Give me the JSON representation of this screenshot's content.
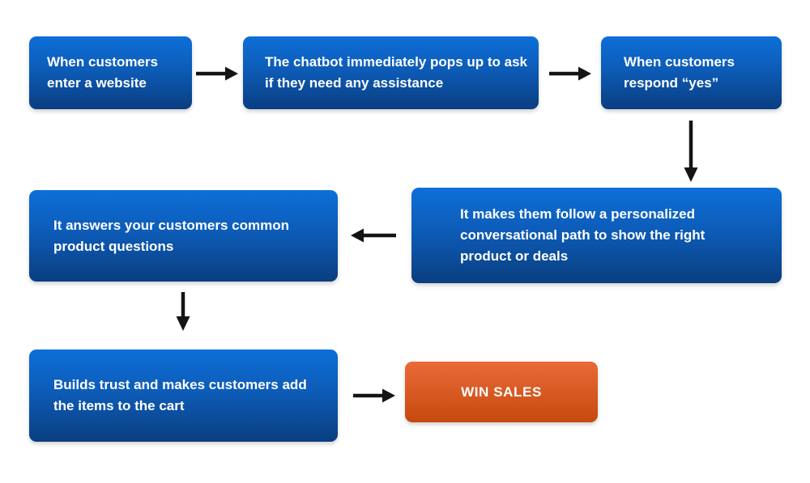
{
  "flowchart": {
    "description": "Chatbot sales funnel flowchart",
    "colors": {
      "step_box_gradient_top": "#0d6fd8",
      "step_box_gradient_bottom": "#0a3e80",
      "result_box_gradient_top": "#ea6a38",
      "result_box_gradient_bottom": "#c54a0e",
      "arrow": "#141414",
      "text": "#ffffff",
      "background": "#ffffff"
    },
    "steps": [
      {
        "id": "step-1",
        "text": "When customers enter a website"
      },
      {
        "id": "step-2",
        "text": "The chatbot immediately pops up to ask if they need any assistance"
      },
      {
        "id": "step-3",
        "text": "When customers respond “yes”"
      },
      {
        "id": "step-4",
        "text": "It makes them follow a personalized conversational path to show the right product or deals"
      },
      {
        "id": "step-5",
        "text": "It answers your customers common product questions"
      },
      {
        "id": "step-6",
        "text": "Builds trust and makes customers add the items to the cart"
      },
      {
        "id": "step-7",
        "text": "WIN SALES"
      }
    ],
    "connections": [
      {
        "from": "step-1",
        "to": "step-2",
        "direction": "right"
      },
      {
        "from": "step-2",
        "to": "step-3",
        "direction": "right"
      },
      {
        "from": "step-3",
        "to": "step-4",
        "direction": "down"
      },
      {
        "from": "step-4",
        "to": "step-5",
        "direction": "left"
      },
      {
        "from": "step-5",
        "to": "step-6",
        "direction": "down"
      },
      {
        "from": "step-6",
        "to": "step-7",
        "direction": "right"
      }
    ]
  }
}
